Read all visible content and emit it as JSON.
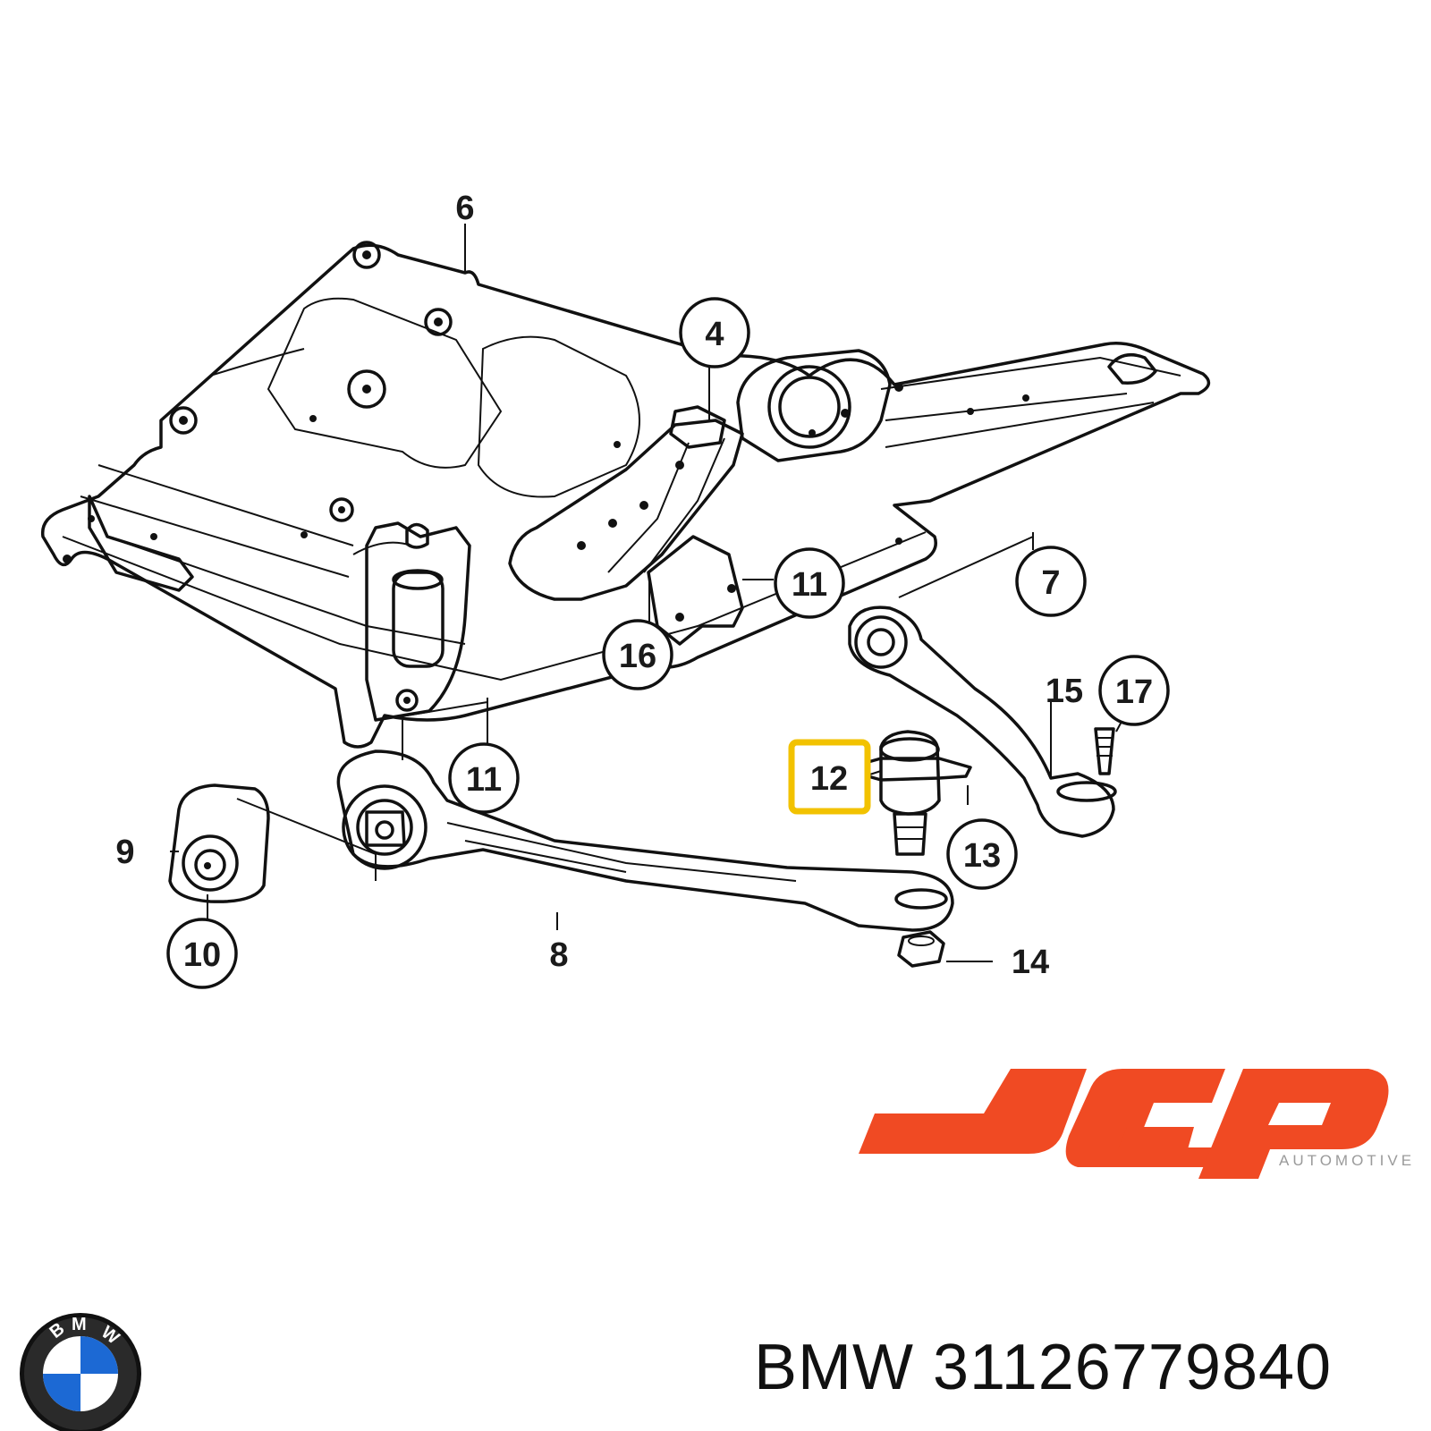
{
  "labels": {
    "l6": "6",
    "l4": "4",
    "l7": "7",
    "l11a": "11",
    "l16": "16",
    "l11b": "11",
    "l15": "15",
    "l17": "17",
    "l12": "12",
    "l13": "13",
    "l9": "9",
    "l10": "10",
    "l8": "8",
    "l14": "14"
  },
  "highlight_color": "#f2c200",
  "logo": {
    "jgp_sub": "AUTOMOTIVE",
    "jgp_color": "#f04a23"
  },
  "bmw_logo": {
    "b": "B",
    "m": "M",
    "w": "W",
    "blue": "#1c69d4"
  },
  "footer": {
    "text": "BMW 31126779840"
  }
}
